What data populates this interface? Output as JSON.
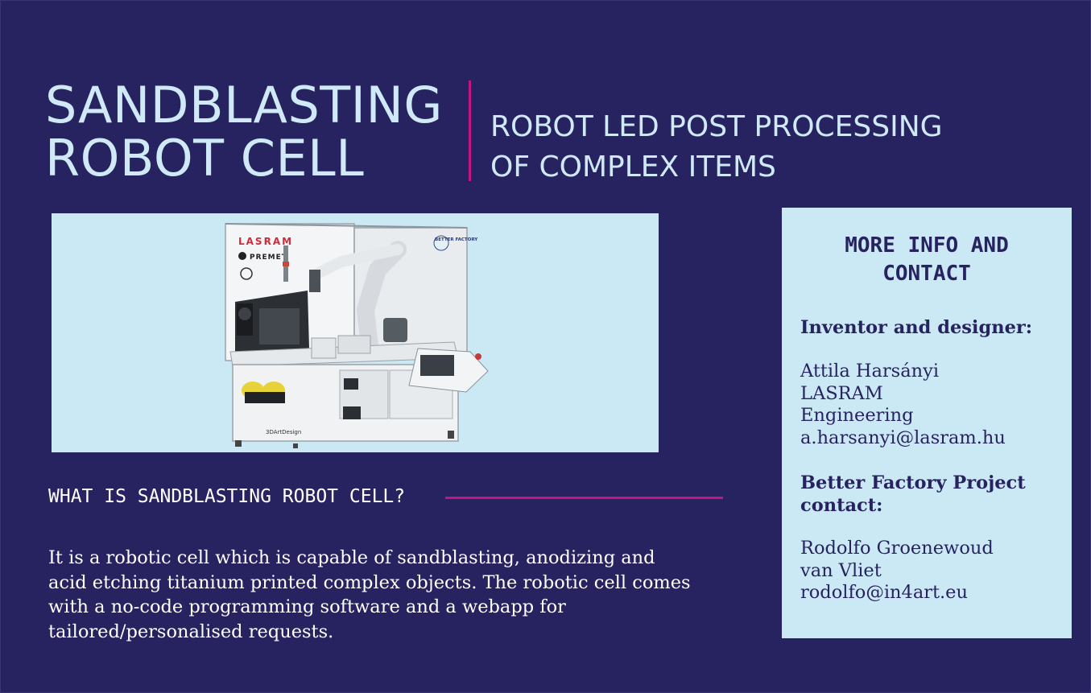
{
  "header": {
    "title_line1": "SANDBLASTING",
    "title_line2": "ROBOT CELL",
    "subtitle_line1": "ROBOT LED POST PROCESSING",
    "subtitle_line2": "OF COMPLEX ITEMS"
  },
  "machine_image": {
    "brand_label": "LASRAM",
    "premet_label": "PREMET",
    "badge_label": "BETTER FACTORY",
    "watermark": "3DArtDesign"
  },
  "section": {
    "heading": "WHAT IS SANDBLASTING ROBOT CELL?",
    "description": "It is a robotic cell which is capable of sandblasting, anodizing and acid etching titanium printed complex objects. The robotic cell comes with a no-code programming software and a webapp for tailored/personalised requests."
  },
  "contact": {
    "title_line1": "MORE INFO AND",
    "title_line2": "CONTACT",
    "inventor_heading": "Inventor and designer:",
    "inventor_name": "Attila Harsányi",
    "inventor_company_line1": "LASRAM",
    "inventor_company_line2": "Engineering",
    "inventor_email": "a.harsanyi@lasram.hu",
    "project_heading_line1": "Better Factory Project",
    "project_heading_line2": "contact:",
    "project_name_line1": "Rodolfo Groenewoud",
    "project_name_line2": "van Vliet",
    "project_email": "rodolfo@in4art.eu"
  },
  "colors": {
    "background": "#272360",
    "accent": "#c2157f",
    "light_panel": "#cbe8f5",
    "title_text": "#cfe9f6"
  }
}
